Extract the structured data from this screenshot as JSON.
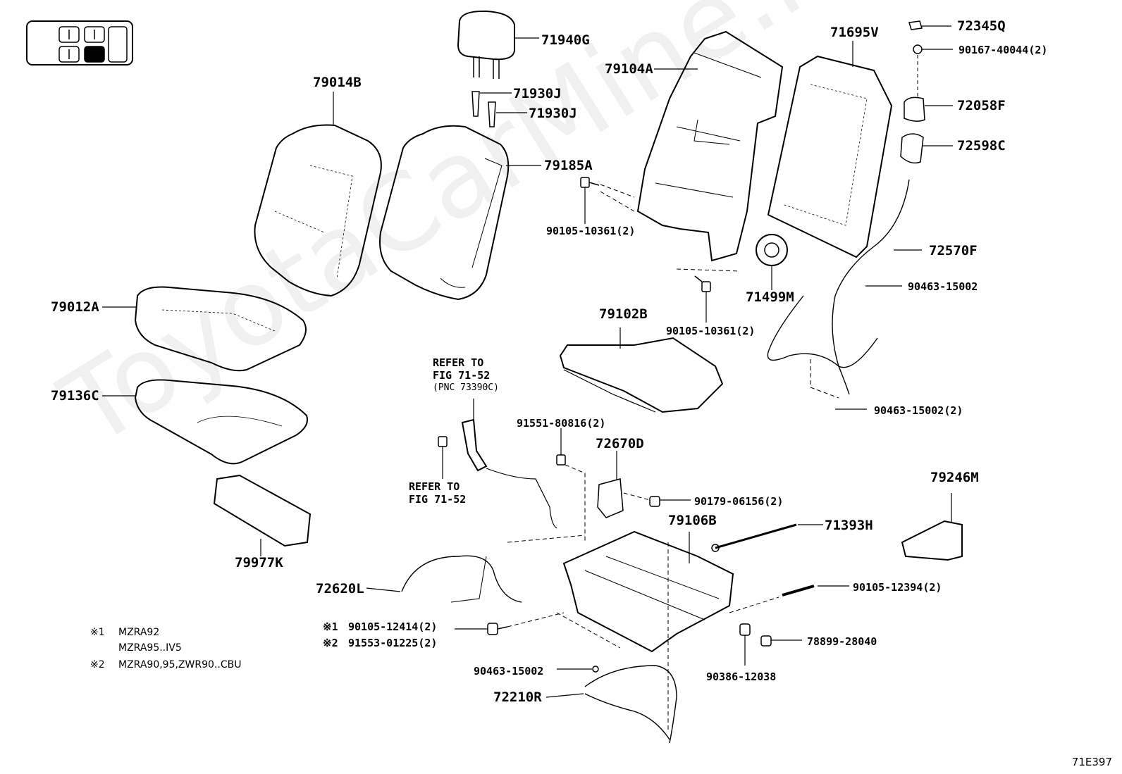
{
  "figure_id": "71E397",
  "watermark": "ToyotaCarMine.ru",
  "selector_icon": "seat-position-selector-icon",
  "refer_upper": {
    "line1": "REFER TO",
    "line2": "FIG 71-52",
    "line3": "(PNC 73390C)"
  },
  "refer_lower": {
    "line1": "REFER TO",
    "line2": "FIG 71-52"
  },
  "notes": {
    "n1_mark": "※1",
    "n1_line1": "MZRA92",
    "n1_line2": "MZRA95..IV5",
    "n2_mark": "※2",
    "n2_line1": "MZRA90,95,ZWR90..CBU"
  },
  "parts": {
    "p71940G": "71940G",
    "p71930J_a": "71930J",
    "p71930J_b": "71930J",
    "p79014B": "79014B",
    "p79185A": "79185A",
    "p79104A": "79104A",
    "p71695V": "71695V",
    "p72345Q": "72345Q",
    "p90167": "90167-40044(2)",
    "p72058F": "72058F",
    "p72598C": "72598C",
    "p90105_10361_a": "90105-10361(2)",
    "p72570F": "72570F",
    "p79012A": "79012A",
    "p71499M": "71499M",
    "p90463_15002_a": "90463-15002",
    "p90105_10361_b": "90105-10361(2)",
    "p79102B": "79102B",
    "p79136C": "79136C",
    "p90463_15002_2": "90463-15002(2)",
    "p91551": "91551-80816(2)",
    "p72670D": "72670D",
    "p90179": "90179-06156(2)",
    "p79246M": "79246M",
    "p79106B": "79106B",
    "p71393H": "71393H",
    "p79977K": "79977K",
    "p72620L": "72620L",
    "p90105_12394": "90105-12394(2)",
    "p90105_12414_mark": "※1",
    "p90105_12414": "90105-12414(2)",
    "p91553_mark": "※2",
    "p91553": "91553-01225(2)",
    "p78899": "78899-28040",
    "p90463_15002_c": "90463-15002",
    "p90386": "90386-12038",
    "p72210R": "72210R"
  }
}
